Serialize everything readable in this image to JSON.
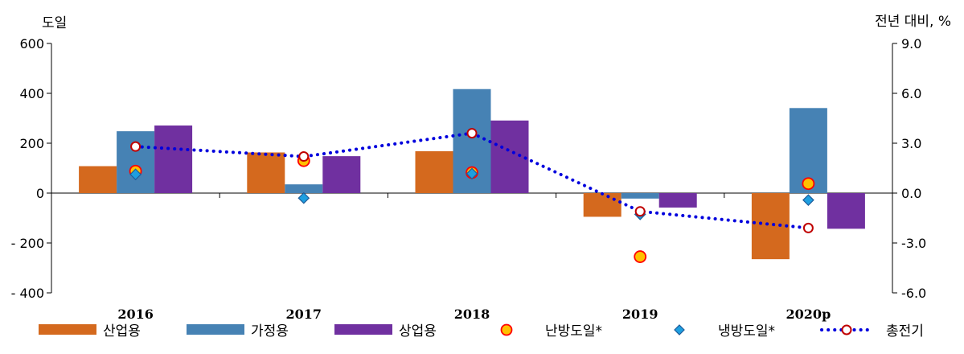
{
  "chart_data": {
    "type": "bar",
    "categories": [
      "2016",
      "2017",
      "2018",
      "2019",
      "2020p"
    ],
    "left_unit": "도일",
    "right_unit": "전년 대비, %",
    "left_ylim": [
      -400,
      600
    ],
    "left_ticks": [
      600,
      400,
      200,
      0,
      -200,
      -400
    ],
    "left_tick_labels": [
      "600",
      "400",
      "200",
      "0",
      "- 200",
      "- 400"
    ],
    "right_ylim": [
      -6.0,
      9.0
    ],
    "right_ticks": [
      9.0,
      6.0,
      3.0,
      0.0,
      -3.0,
      -6.0
    ],
    "right_tick_labels": [
      "9.0",
      "6.0",
      "3.0",
      "0.0",
      "-3.0",
      "-6.0"
    ],
    "bar_series": [
      {
        "name": "산업용",
        "color": "#D4691E",
        "values": [
          108,
          163,
          168,
          -95,
          -265
        ]
      },
      {
        "name": "가정용",
        "color": "#4682B4",
        "values": [
          248,
          35,
          417,
          -22,
          341
        ]
      },
      {
        "name": "상업용",
        "color": "#7030A0",
        "values": [
          271,
          148,
          291,
          -58,
          -143
        ]
      }
    ],
    "marker_series": [
      {
        "name": "난방도일*",
        "axis": "left",
        "marker": "circle",
        "fill": "#FFC000",
        "stroke": "#FF0000",
        "values": [
          88,
          130,
          82,
          -255,
          38
        ]
      },
      {
        "name": "냉방도일*",
        "axis": "left",
        "marker": "diamond",
        "fill": "#1E9FE0",
        "stroke": "#1F5C99",
        "values": [
          75,
          -20,
          78,
          -85,
          -28
        ]
      }
    ],
    "line_series": [
      {
        "name": "총전기",
        "axis": "right",
        "color": "#0000DD",
        "marker_fill": "#FFFFFF",
        "marker_stroke": "#C00000",
        "values": [
          2.8,
          2.2,
          3.6,
          -1.1,
          -2.1
        ]
      }
    ],
    "legend_position": "bottom",
    "grid": false
  }
}
